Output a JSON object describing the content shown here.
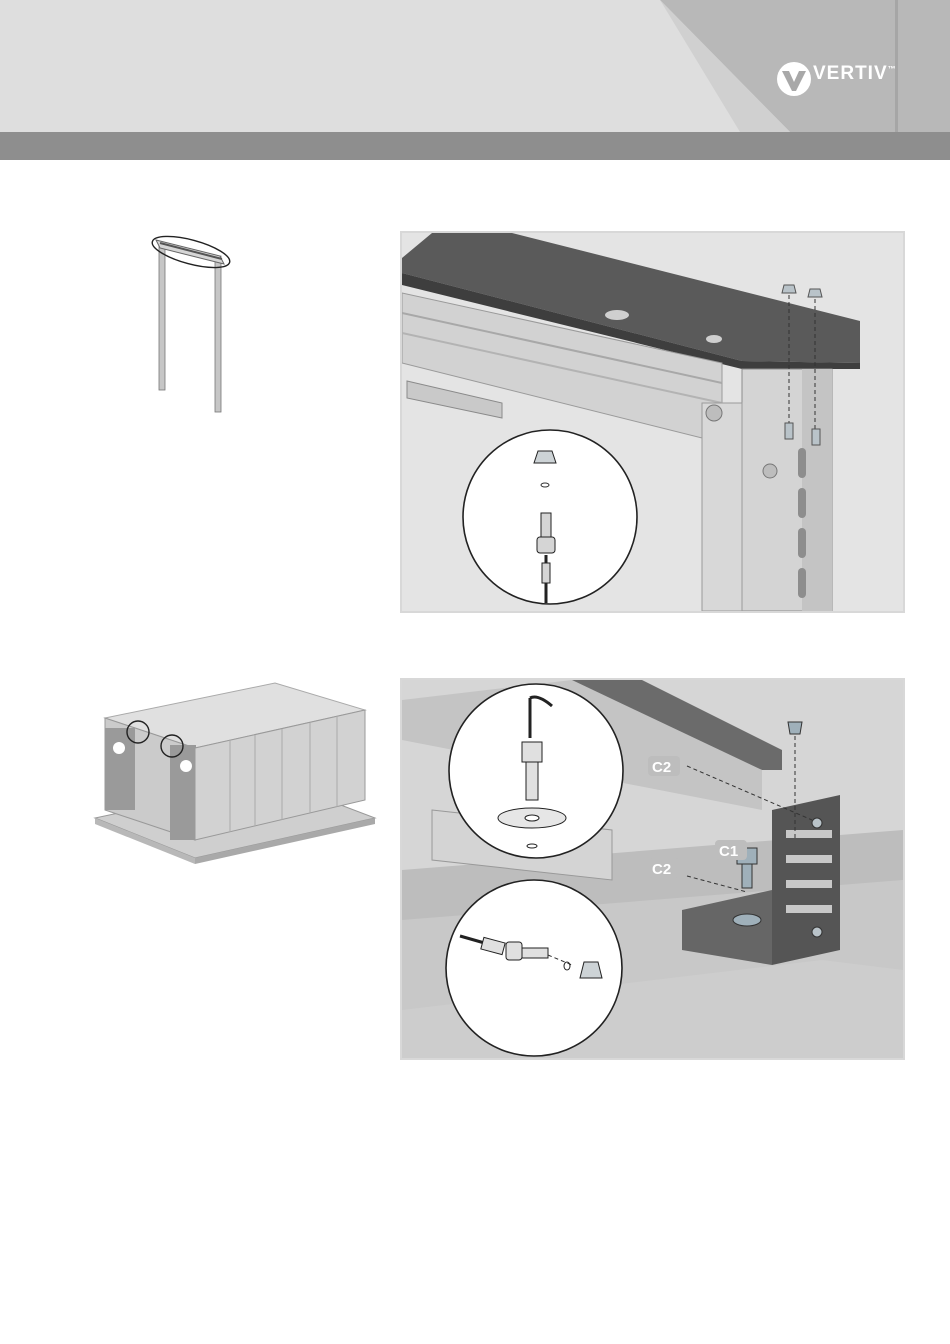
{
  "header": {
    "brand": "VERTIV",
    "trademark": "™",
    "colors": {
      "band_light": "#dcdcdc",
      "band_dark": "#8e8e8e",
      "logo_bg": "#b5b5b5"
    }
  },
  "figures": {
    "step1_overview": {
      "icon": "door-frame-top-highlight"
    },
    "step1_detail": {
      "icon": "top-frame-bolt-detail"
    },
    "step2_overview": {
      "icon": "row-of-racks-corner-highlight"
    },
    "step2_detail": {
      "icon": "bracket-bolt-detail",
      "callouts": [
        "C2",
        "C1",
        "C2"
      ]
    }
  }
}
